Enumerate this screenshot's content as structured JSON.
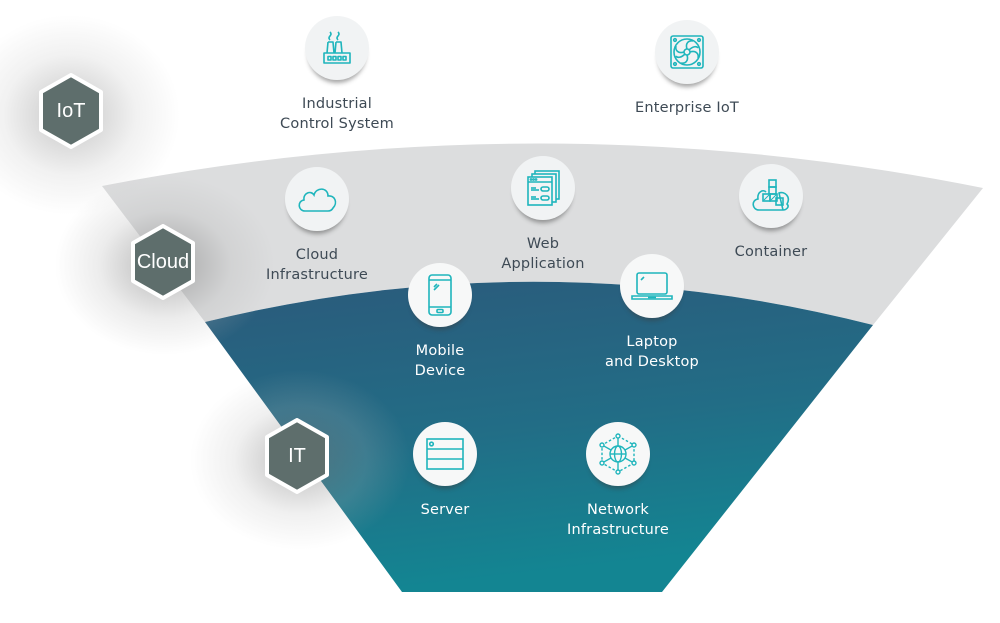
{
  "diagram": {
    "title": "",
    "colors": {
      "accent_icon": "#1fb5bc",
      "hex_badge": "#5e6e6c",
      "cloud_band": "#dcddde",
      "it_band_top": "#2b5a7b",
      "it_band_bottom": "#138592",
      "label_dark": "#3e4a55",
      "label_light": "#ffffff"
    },
    "tiers": [
      {
        "name": "IoT",
        "items": [
          {
            "label": "Industrial\nControl System",
            "icon": "factory-icon"
          },
          {
            "label": "Enterprise IoT",
            "icon": "fan-icon"
          }
        ]
      },
      {
        "name": "Cloud",
        "items": [
          {
            "label": "Cloud\nInfrastructure",
            "icon": "cloud-icon"
          },
          {
            "label": "Web\nApplication",
            "icon": "web-app-icon"
          },
          {
            "label": "Container",
            "icon": "container-cloud-icon"
          }
        ]
      },
      {
        "name": "IT",
        "items": [
          {
            "label": "Mobile\nDevice",
            "icon": "smartphone-icon"
          },
          {
            "label": "Laptop\nand Desktop",
            "icon": "laptop-icon"
          },
          {
            "label": "Server",
            "icon": "server-icon"
          },
          {
            "label": "Network\nInfrastructure",
            "icon": "network-globe-icon"
          }
        ]
      }
    ]
  }
}
